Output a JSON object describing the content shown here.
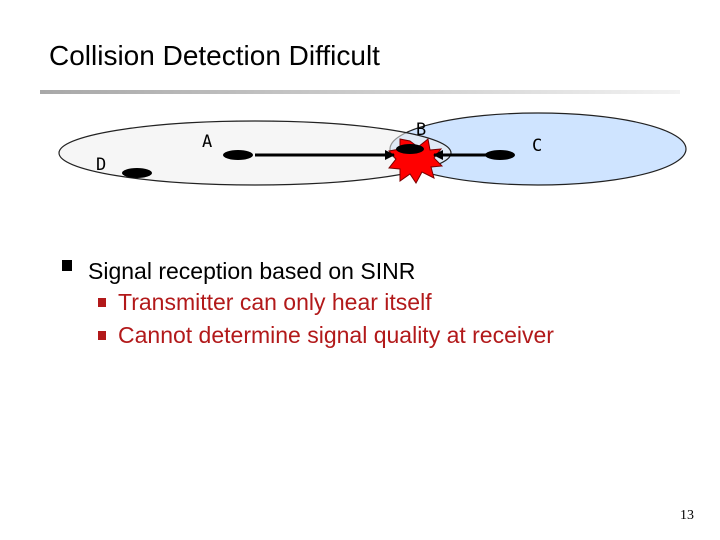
{
  "slide": {
    "title": "Collision Detection Difficult",
    "page_number": "13"
  },
  "diagram": {
    "nodes": [
      {
        "id": "A",
        "label": "A"
      },
      {
        "id": "B",
        "label": "B"
      },
      {
        "id": "C",
        "label": "C"
      },
      {
        "id": "D",
        "label": "D"
      }
    ],
    "colors": {
      "range_a_fill": "#efefef",
      "range_c_fill": "#cfe4ff",
      "range_stroke": "#222222",
      "collision_fill": "#ff0000",
      "node_fill": "#000000"
    }
  },
  "bullets": [
    {
      "text": "Signal reception based on SINR",
      "sub": [
        "Transmitter can only hear itself",
        "Cannot determine signal quality at receiver"
      ]
    }
  ]
}
